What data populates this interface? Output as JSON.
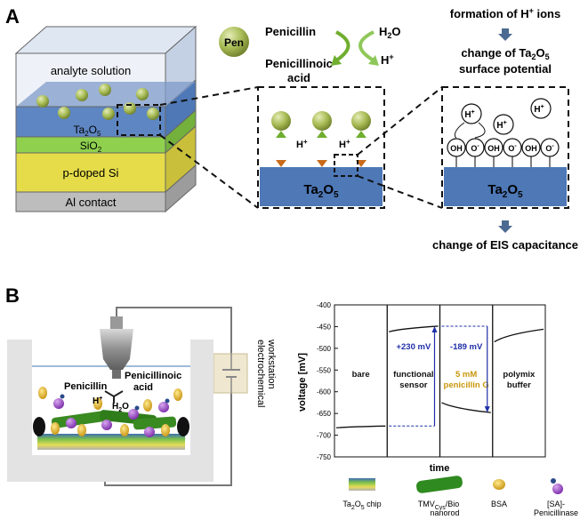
{
  "panel_a": {
    "label": "A",
    "stack": {
      "analyte": "analyte solution",
      "ta2o5": "Ta",
      "ta2o5_sub": "2",
      "ta2o5_tail": "O",
      "ta2o5_sub2": "5",
      "sio2": "SiO",
      "sio2_sub": "2",
      "si": "p-doped Si",
      "al": "Al contact"
    },
    "reaction": {
      "pen_badge": "Pen",
      "penicillin": "Penicillin",
      "penicillinoic_1": "Penicillinoic",
      "penicillinoic_2": "acid",
      "water": "H",
      "water_sub": "2",
      "water_tail": "O",
      "hplus": "H",
      "hplus_sup": "+"
    },
    "zoom1": {
      "h1": "H",
      "h1_sup": "+",
      "h2": "H",
      "h2_sup": "+",
      "oxide": "Ta",
      "oxide_sub": "2",
      "oxide_tail": "O",
      "oxide_sub2": "5"
    },
    "zoom2": {
      "ions": [
        "H",
        "H",
        "H"
      ],
      "ion_sup": "+",
      "groups": [
        "OH",
        "O",
        "OH",
        "O",
        "OH",
        "O"
      ],
      "group_sup": [
        "",
        "-",
        "",
        "-",
        "",
        "-"
      ],
      "oxide": "Ta",
      "oxide_sub": "2",
      "oxide_tail": "O",
      "oxide_sub2": "5"
    },
    "steps": {
      "s1_a": "formation of H",
      "s1_sup": "+",
      "s1_b": " ions",
      "s2_line1": "change of Ta",
      "s2_sub": "2",
      "s2_tail": "O",
      "s2_sub2": "5",
      "s2_line2": "surface potential",
      "s3": "change of EIS capacitance"
    }
  },
  "panel_b": {
    "label": "B",
    "cell": {
      "penicillin": "Penicillin",
      "penicillinoic_1": "Penicillinoic",
      "penicillinoic_2": "acid",
      "hplus": "H",
      "hplus_sup": "+",
      "water": "H",
      "water_sub": "2",
      "water_tail": "O",
      "workstation_1": "electrochemical",
      "workstation_2": "workstation"
    },
    "legend": [
      {
        "label": "Ta",
        "sub": "2",
        "tail": "O",
        "sub2": "5",
        "after": " chip"
      },
      {
        "label": "TMV",
        "sub": "Cys",
        "tail": "/Bio",
        "sub2": "",
        "after": "",
        "line2": "nanorod"
      },
      {
        "label": "BSA",
        "sub": "",
        "tail": "",
        "sub2": "",
        "after": ""
      },
      {
        "label": "[SA]-",
        "sub": "",
        "tail": "",
        "sub2": "",
        "after": "",
        "line2": "Penicillinase"
      }
    ]
  },
  "chart_data": {
    "type": "line",
    "title": "",
    "xlabel": "time",
    "ylabel": "voltage [mV]",
    "ylim": [
      -750,
      -400
    ],
    "yticks": [
      -750,
      -700,
      -650,
      -600,
      -550,
      -500,
      -450,
      -400
    ],
    "grid": false,
    "segments": [
      {
        "name": "bare",
        "start": -683,
        "end": -679
      },
      {
        "name": "functional sensor",
        "start": -462,
        "end": -449
      },
      {
        "name": "5 mM penicillin G",
        "start": -625,
        "end": -648
      },
      {
        "name": "polymix buffer",
        "start": -485,
        "end": -456
      }
    ],
    "phase_labels": [
      {
        "line1": "bare",
        "line2": "",
        "color": "#111111"
      },
      {
        "line1": "functional",
        "line2": "sensor",
        "color": "#111111"
      },
      {
        "line1": "5 mM",
        "line2": "penicillin G",
        "color": "#c8960a"
      },
      {
        "line1": "polymix",
        "line2": "buffer",
        "color": "#111111"
      }
    ],
    "annotations": [
      {
        "text": "+230 mV",
        "value": 230,
        "color": "#1f2fa8"
      },
      {
        "text": "-189 mV",
        "value": -189,
        "color": "#1f2fa8"
      }
    ]
  }
}
